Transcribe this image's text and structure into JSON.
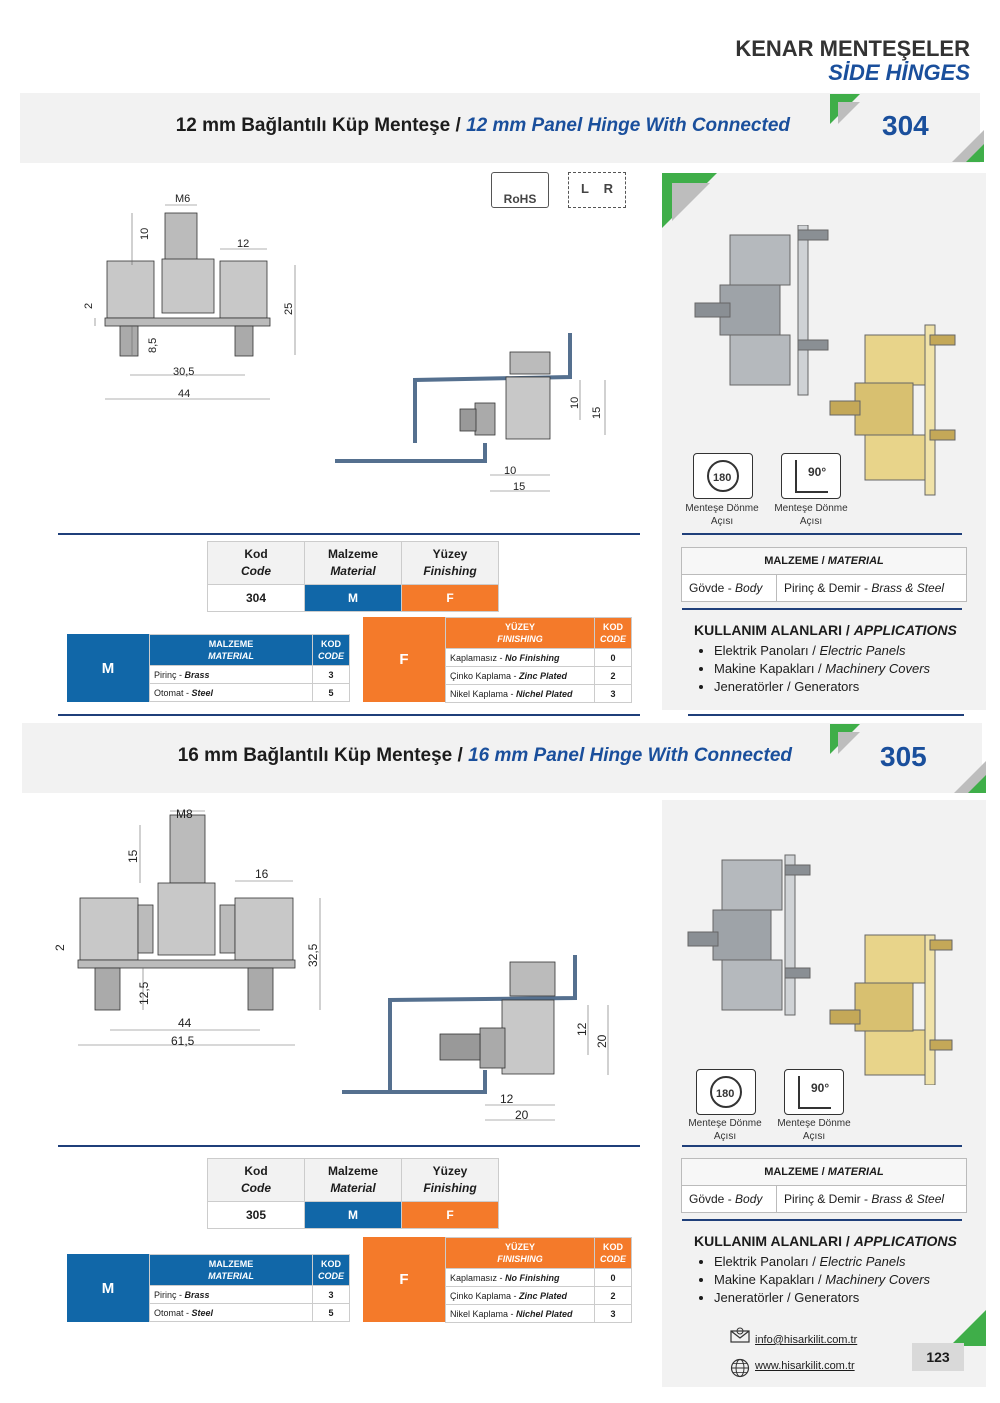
{
  "header": {
    "title_tr": "KENAR MENTEŞELER",
    "title_en": "SİDE HİNGES"
  },
  "products": [
    {
      "title_tr": "12 mm Bağlantılı Küp Menteşe / ",
      "title_en": "12 mm Panel Hinge With Connected",
      "code": "304",
      "dims_front": [
        "M6",
        "10",
        "12",
        "25",
        "2",
        "8,5",
        "30,5",
        "44"
      ],
      "dims_side": [
        "10",
        "15",
        "10",
        "15"
      ],
      "icon_rotate": "Menteşe Dönme Açısı",
      "icon_angle": "Menteşe Dönme Açısı",
      "code_table": {
        "h1": "Kod",
        "h1e": "Code",
        "h2": "Malzeme",
        "h2e": "Material",
        "h3": "Yüzey",
        "h3e": "Finishing",
        "v1": "304",
        "v2": "M",
        "v3": "F"
      }
    },
    {
      "title_tr": "16 mm Bağlantılı Küp Menteşe / ",
      "title_en": "16 mm Panel Hinge With Connected",
      "code": "305",
      "dims_front": [
        "M8",
        "15",
        "16",
        "32,5",
        "2",
        "12,5",
        "44",
        "61,5"
      ],
      "dims_side": [
        "12",
        "20",
        "12",
        "20"
      ],
      "icon_rotate": "Menteşe Dönme Açısı",
      "icon_angle": "Menteşe Dönme Açısı",
      "code_table": {
        "h1": "Kod",
        "h1e": "Code",
        "h2": "Malzeme",
        "h2e": "Material",
        "h3": "Yüzey",
        "h3e": "Finishing",
        "v1": "305",
        "v2": "M",
        "v3": "F"
      }
    }
  ],
  "badges": {
    "rohs": "RoHS",
    "l": "L",
    "r": "R"
  },
  "material_legend": {
    "letter": "M",
    "h_tr": "MALZEME",
    "h_en": "MATERIAL",
    "k_tr": "KOD",
    "k_en": "CODE",
    "rows": [
      {
        "tr": "Pirinç - ",
        "en": "Brass",
        "code": "3"
      },
      {
        "tr": "Otomat - ",
        "en": "Steel",
        "code": "5"
      }
    ]
  },
  "finish_legend": {
    "letter": "F",
    "h_tr": "YÜZEY",
    "h_en": "FINISHING",
    "k_tr": "KOD",
    "k_en": "CODE",
    "rows": [
      {
        "tr": "Kaplamasız - ",
        "en": "No Finishing",
        "code": "0"
      },
      {
        "tr": "Çinko Kaplama - ",
        "en": "Zinc Plated",
        "code": "2"
      },
      {
        "tr": "Nikel Kaplama - ",
        "en": "Nichel Plated",
        "code": "3"
      }
    ]
  },
  "material_table": {
    "h_tr": "MALZEME / ",
    "h_en": "MATERIAL",
    "c1_tr": "Gövde - ",
    "c1_en": "Body",
    "c2_tr": "Pirinç & Demir - ",
    "c2_en": "Brass & Steel"
  },
  "applications": {
    "h_tr": "KULLANIM ALANLARI / ",
    "h_en": "APPLICATIONS",
    "items": [
      {
        "tr": "Elektrik Panoları / ",
        "en": "Electric Panels"
      },
      {
        "tr": "Makine Kapakları / ",
        "en": "Machinery Covers"
      },
      {
        "tr": "Jeneratörler / Generators",
        "en": ""
      }
    ]
  },
  "footer": {
    "email": "info@hisarkilit.com.tr",
    "web": "www.hisarkilit.com.tr",
    "page": "123"
  },
  "colors": {
    "blue": "#1167a8",
    "orange": "#f47a2a",
    "green": "#3fae49",
    "navy": "#1f3f7a"
  }
}
